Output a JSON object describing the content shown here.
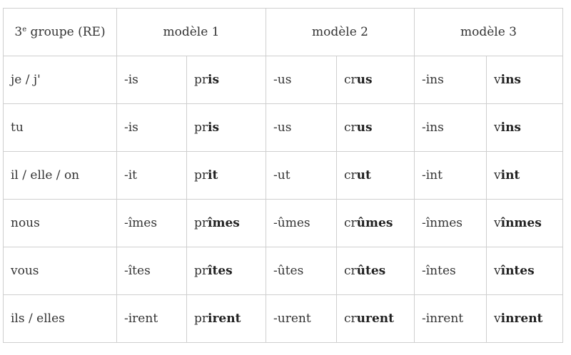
{
  "header": {
    "corner_number": "3",
    "corner_sup": "e",
    "corner_rest": " groupe (RE)",
    "models": [
      "modèle 1",
      "modèle 2",
      "modèle 3"
    ]
  },
  "rows": [
    {
      "pronoun": "je / j'",
      "cells": [
        {
          "ending": "-is",
          "stem": "pr",
          "suffix": "is"
        },
        {
          "ending": "-us",
          "stem": "cr",
          "suffix": "us"
        },
        {
          "ending": "-ins",
          "stem": "v",
          "suffix": "ins"
        }
      ]
    },
    {
      "pronoun": "tu",
      "cells": [
        {
          "ending": "-is",
          "stem": "pr",
          "suffix": "is"
        },
        {
          "ending": "-us",
          "stem": "cr",
          "suffix": "us"
        },
        {
          "ending": "-ins",
          "stem": "v",
          "suffix": "ins"
        }
      ]
    },
    {
      "pronoun": "il / elle / on",
      "cells": [
        {
          "ending": "-it",
          "stem": "pr",
          "suffix": "it"
        },
        {
          "ending": "-ut",
          "stem": "cr",
          "suffix": "ut"
        },
        {
          "ending": "-int",
          "stem": "v",
          "suffix": "int"
        }
      ]
    },
    {
      "pronoun": "nous",
      "cells": [
        {
          "ending": "-îmes",
          "stem": "pr",
          "suffix": "îmes"
        },
        {
          "ending": "-ûmes",
          "stem": "cr",
          "suffix": "ûmes"
        },
        {
          "ending": "-înmes",
          "stem": "v",
          "suffix": "înmes"
        }
      ]
    },
    {
      "pronoun": "vous",
      "cells": [
        {
          "ending": "-îtes",
          "stem": "pr",
          "suffix": "îtes"
        },
        {
          "ending": "-ûtes",
          "stem": "cr",
          "suffix": "ûtes"
        },
        {
          "ending": "-întes",
          "stem": "v",
          "suffix": "întes"
        }
      ]
    },
    {
      "pronoun": "ils / elles",
      "cells": [
        {
          "ending": "-irent",
          "stem": "pr",
          "suffix": "irent"
        },
        {
          "ending": "-urent",
          "stem": "cr",
          "suffix": "urent"
        },
        {
          "ending": "-inrent",
          "stem": "v",
          "suffix": "inrent"
        }
      ]
    }
  ]
}
